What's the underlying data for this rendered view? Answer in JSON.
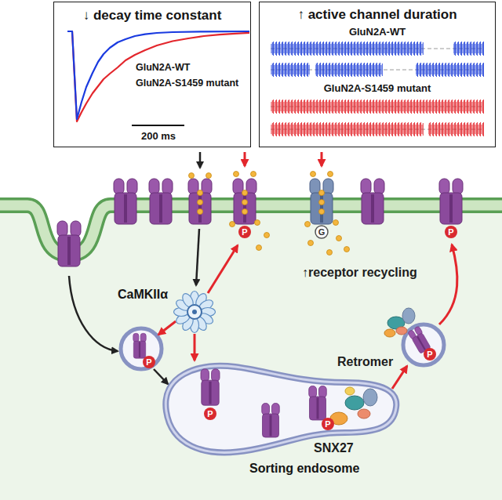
{
  "diagram": {
    "nodes": [
      {
        "text": [
          "↓ decay time constant",
          "GluN2A-WT",
          "GluN2A-S1459 mutant",
          "200 ms"
        ]
      },
      {
        "text": [
          "↑ active channel duration",
          "GluN2A-WT",
          "GluN2A-S1459 mutant"
        ]
      },
      {
        "text": [
          "CaMKIIα"
        ]
      },
      {
        "text": [
          "Sorting endosome"
        ]
      }
    ],
    "edges": [
      {
        "from": 2,
        "to": 3,
        "arrow": "to"
      }
    ],
    "labels": [
      "P",
      "G",
      "P",
      "P",
      "P",
      "P",
      "P",
      "↑receptor recycling",
      "Retromer",
      "SNX27"
    ]
  }
}
